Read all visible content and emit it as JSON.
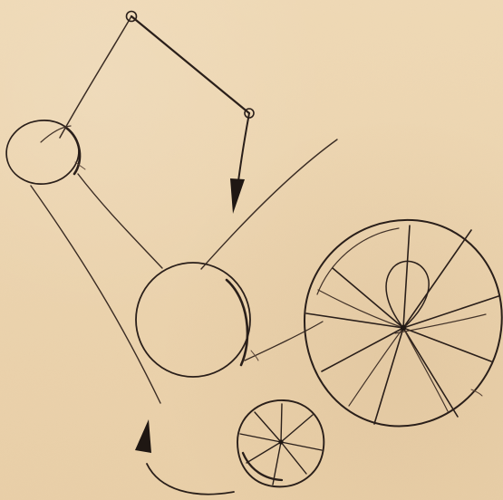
{
  "drawing": {
    "colors": {
      "paper": "#ecd4ae",
      "ink": "#2a1f1a",
      "ink_light": "#5a4638"
    },
    "pendulum_pins": [
      {
        "kind": "pivot"
      },
      {
        "kind": "joint"
      }
    ],
    "gears": [
      {
        "kind": "large-spoked-wheel"
      },
      {
        "kind": "small-spoked-wheel"
      }
    ],
    "balls": [
      {
        "kind": "upper-ball"
      },
      {
        "kind": "middle-ball"
      }
    ],
    "arrows": [
      {
        "direction": "down"
      },
      {
        "direction": "up"
      }
    ]
  }
}
